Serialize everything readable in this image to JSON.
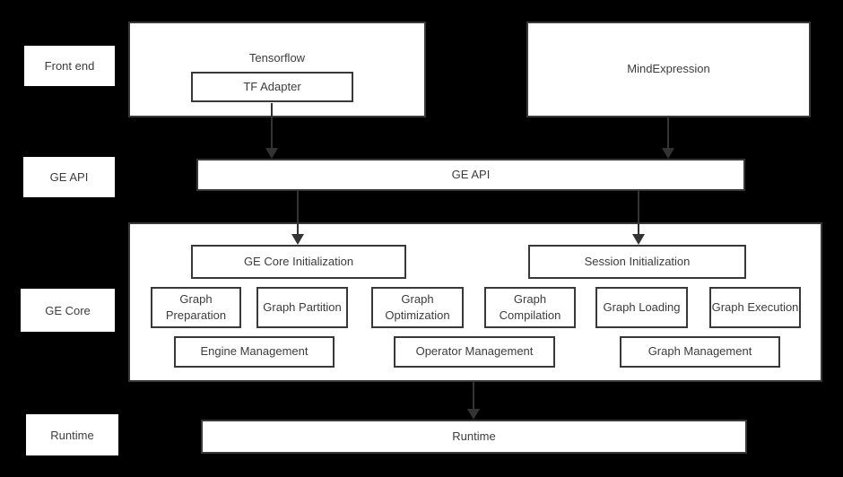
{
  "colors": {
    "background": "#000000",
    "box_fill": "#ffffff",
    "box_border": "#383838",
    "text": "#3c3c3c",
    "arrow": "#333333"
  },
  "side_labels": {
    "front_end": "Front end",
    "ge_api": "GE API",
    "ge_core": "GE Core",
    "runtime": "Runtime"
  },
  "front_end_row": {
    "tensorflow": "Tensorflow",
    "tf_adapter": "TF Adapter",
    "mind_expression": "MindExpression"
  },
  "ge_api_bar": {
    "label": "GE API"
  },
  "ge_core_box": {
    "init": [
      "GE Core Initialization",
      "Session Initialization"
    ],
    "stages": [
      "Graph Preparation",
      "Graph Partition",
      "Graph Optimization",
      "Graph Compilation",
      "Graph Loading",
      "Graph Execution"
    ],
    "management": [
      "Engine Management",
      "Operator Management",
      "Graph Management"
    ]
  },
  "runtime_bar": {
    "label": "Runtime"
  }
}
